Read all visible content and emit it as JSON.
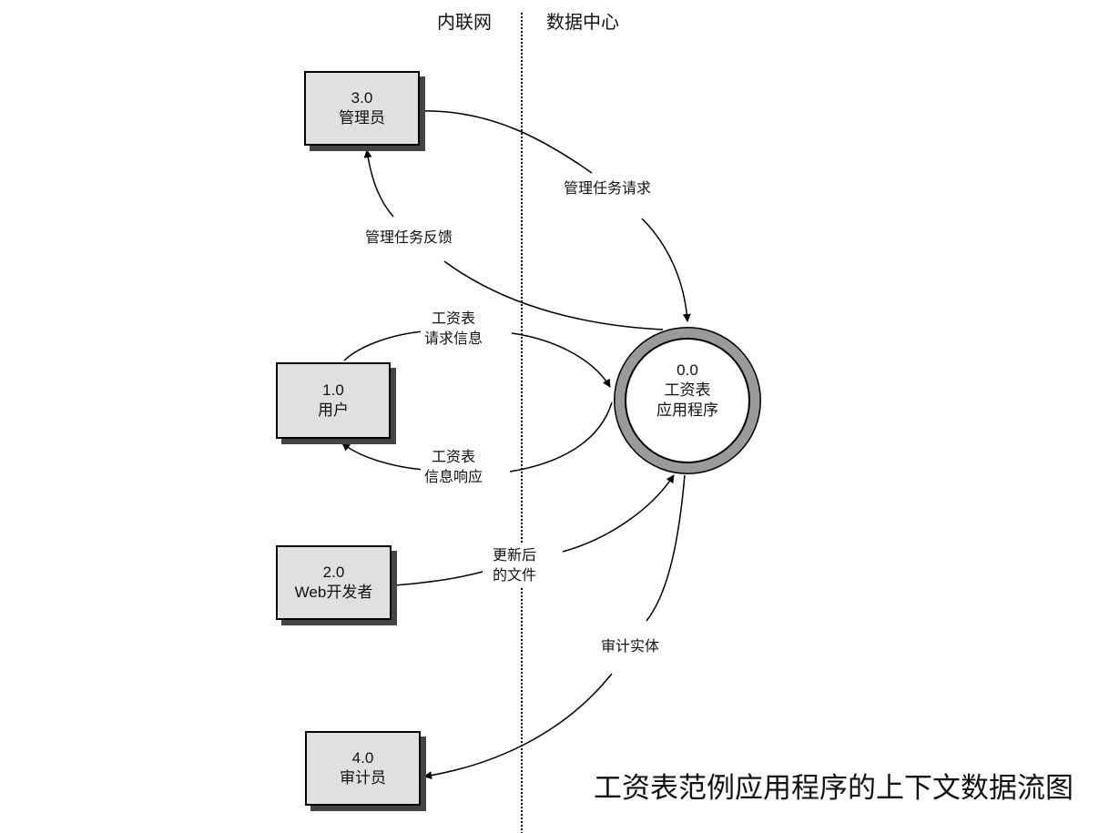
{
  "zones": {
    "left": "内联网",
    "right": "数据中心"
  },
  "process": {
    "id": "0.0",
    "line1": "工资表",
    "line2": "应用程序"
  },
  "entities": {
    "admin": {
      "id": "3.0",
      "name": "管理员"
    },
    "user": {
      "id": "1.0",
      "name": "用户"
    },
    "web_dev": {
      "id": "2.0",
      "name": "Web开发者"
    },
    "auditor": {
      "id": "4.0",
      "name": "审计员"
    }
  },
  "flows": {
    "admin_request": "管理任务请求",
    "admin_feedback": "管理任务反馈",
    "payroll_request": {
      "line1": "工资表",
      "line2": "请求信息"
    },
    "payroll_response": {
      "line1": "工资表",
      "line2": "信息响应"
    },
    "updated_files": {
      "line1": "更新后",
      "line2": "的文件"
    },
    "audit_entity": "审计实体"
  },
  "caption": "工资表范例应用程序的上下文数据流图"
}
